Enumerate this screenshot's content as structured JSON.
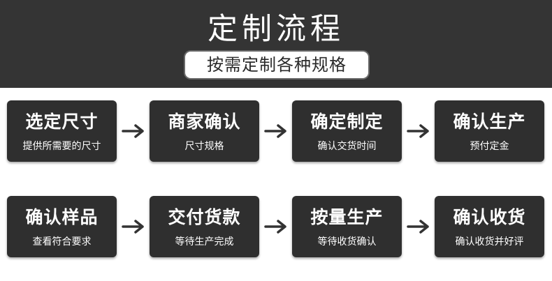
{
  "header": {
    "title": "定制流程",
    "subtitle": "按需定制各种规格"
  },
  "rows": [
    [
      {
        "title": "选定尺寸",
        "sub": "提供所需要的尺寸"
      },
      {
        "title": "商家确认",
        "sub": "尺寸规格"
      },
      {
        "title": "确定制定",
        "sub": "确认交货时间"
      },
      {
        "title": "确认生产",
        "sub": "预付定金"
      }
    ],
    [
      {
        "title": "确认样品",
        "sub": "查看符合要求"
      },
      {
        "title": "交付货款",
        "sub": "等待生产完成"
      },
      {
        "title": "按量生产",
        "sub": "等待收货确认"
      },
      {
        "title": "确认收货",
        "sub": "确认收货并好评"
      }
    ]
  ],
  "icons": [
    "arrow-right-icon"
  ],
  "colors": {
    "banner": "#343434",
    "step_box": "#2f2f2f",
    "arrow": "#333333"
  }
}
